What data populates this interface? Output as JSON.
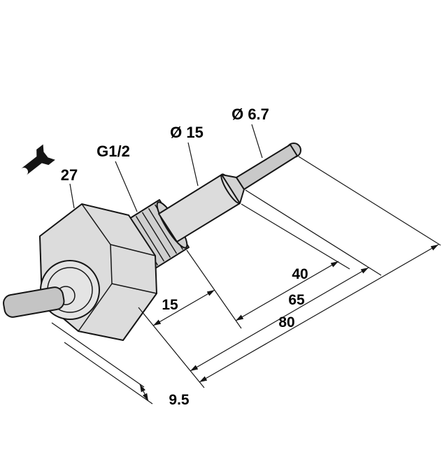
{
  "drawing": {
    "title": "threaded-process-sensor-dimension-drawing",
    "labels": {
      "wrench_size": "27",
      "thread_size": "G1/2",
      "probe_diameter": "Ø 15",
      "tip_diameter": "Ø 6.7"
    },
    "dimensions": {
      "thread_length": "15",
      "length_40": "40",
      "length_65": "65",
      "length_80": "80",
      "gland_offset": "9.5"
    },
    "colors": {
      "line": "#151515",
      "nut_fill": "#dcdcdc",
      "thread_fill": "#cfcfcf",
      "probe_fill": "#dcdcdc",
      "rod_fill": "#c9c9c9",
      "cable_fill": "#c4c4c4",
      "background": "#ffffff"
    }
  }
}
